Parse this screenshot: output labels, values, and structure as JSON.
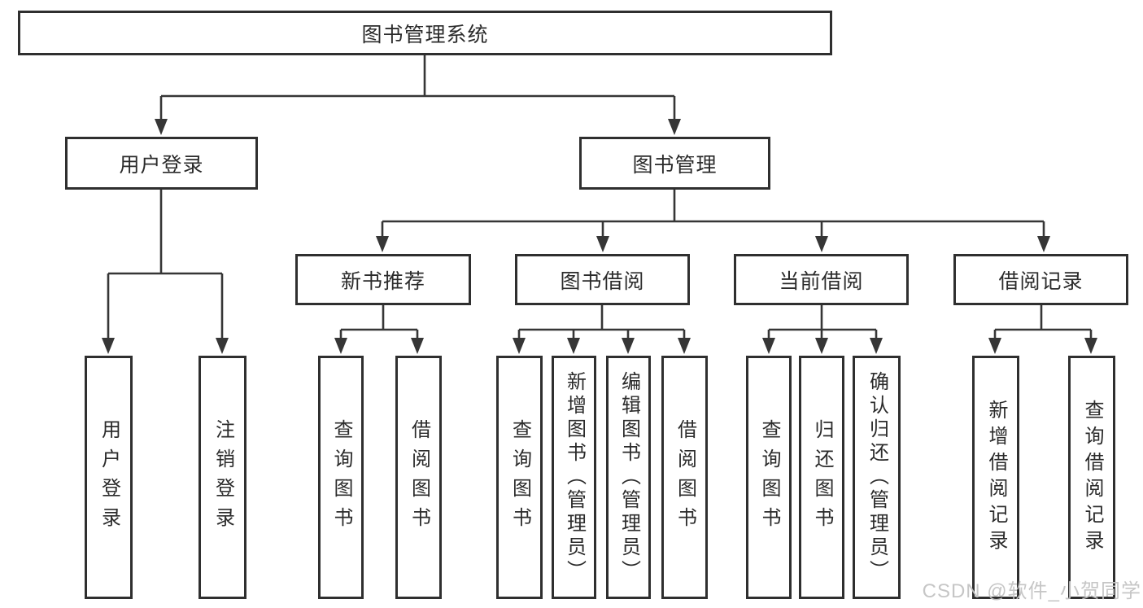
{
  "diagram_title": "图书管理系统",
  "colors": {
    "background": "#ffffff",
    "line": "#363636",
    "border": "#2f2f2f",
    "text": "#2b2b2b",
    "watermark": "#c3c3c3"
  },
  "watermark": {
    "text": "CSDN @软件_小贺同学"
  },
  "tree": {
    "label": "图书管理系统",
    "children": [
      {
        "label": "用户登录",
        "children": [
          {
            "label": "用户登录"
          },
          {
            "label": "注销登录"
          }
        ]
      },
      {
        "label": "图书管理",
        "children": [
          {
            "label": "新书推荐",
            "children": [
              {
                "label": "查询图书"
              },
              {
                "label": "借阅图书"
              }
            ]
          },
          {
            "label": "图书借阅",
            "children": [
              {
                "label": "查询图书"
              },
              {
                "label": "新增图书（管理员）"
              },
              {
                "label": "编辑图书（管理员）"
              },
              {
                "label": "借阅图书"
              }
            ]
          },
          {
            "label": "当前借阅",
            "children": [
              {
                "label": "查询图书"
              },
              {
                "label": "归还图书"
              },
              {
                "label": "确认归还（管理员）"
              }
            ]
          },
          {
            "label": "借阅记录",
            "children": [
              {
                "label": "新增借阅记录"
              },
              {
                "label": "查询借阅记录"
              }
            ]
          }
        ]
      }
    ]
  }
}
